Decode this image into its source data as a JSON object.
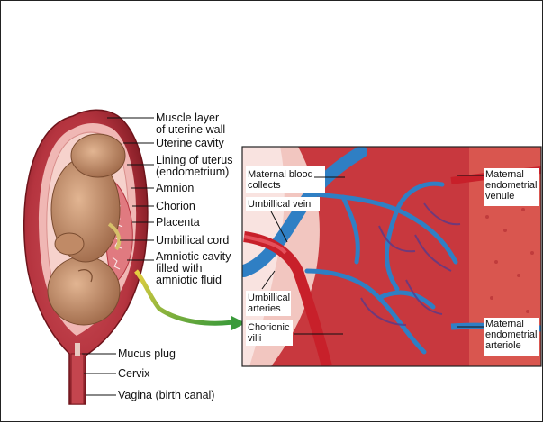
{
  "left_labels": {
    "muscle_layer": [
      "Muscle layer",
      "of uterine wall"
    ],
    "uterine_cavity": [
      "Uterine cavity"
    ],
    "lining": [
      "Lining of uterus",
      "(endometrium)"
    ],
    "amnion": [
      "Amnion"
    ],
    "chorion": [
      "Chorion"
    ],
    "placenta": [
      "Placenta"
    ],
    "umbilical_cord": [
      "Umbillical cord"
    ],
    "amniotic_cavity": [
      "Amniotic cavity",
      "filled with",
      "amniotic fluid"
    ],
    "mucus_plug": [
      "Mucus plug"
    ],
    "cervix": [
      "Cervix"
    ],
    "vagina": [
      "Vagina (birth canal)"
    ]
  },
  "inset_labels": {
    "maternal_blood": [
      "Maternal blood",
      "collects"
    ],
    "umbilical_vein": [
      "Umbillical vein"
    ],
    "umbilical_arteries": [
      "Umbillical",
      "arteries"
    ],
    "chorionic_villi": [
      "Chorionic",
      "villi"
    ],
    "venule": [
      "Maternal",
      "endometrial",
      "venule"
    ],
    "arteriole": [
      "Maternal",
      "endometrial",
      "arteriole"
    ]
  },
  "colors": {
    "uterus_wall": "#b5343f",
    "uterus_dark": "#7e1a22",
    "cavity_pink": "#f0b7b4",
    "fetus": "#c89472",
    "maternal_tissue": "#d9484a",
    "vein_blue": "#2f7fc4",
    "artery_red": "#c8202a",
    "pale_pink": "#f2c6c0"
  }
}
